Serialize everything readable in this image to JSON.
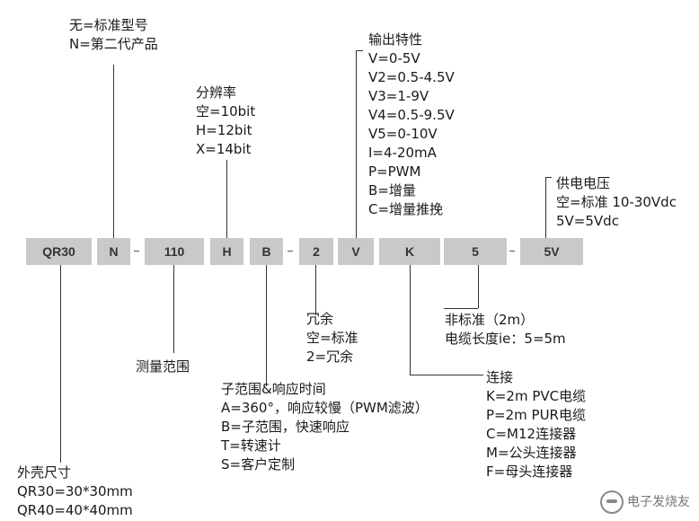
{
  "codes": {
    "housing": "QR30",
    "generation": "N",
    "range": "110",
    "resolution": "H",
    "response": "B",
    "redundancy": "2",
    "output": "V",
    "connection": "K",
    "cable": "5",
    "supply": "5V"
  },
  "generation": {
    "lines": [
      "无=标准型号",
      "N=第二代产品"
    ]
  },
  "resolution": {
    "lines": [
      "分辨率",
      "空=10bit",
      "H=12bit",
      "X=14bit"
    ]
  },
  "output": {
    "lines": [
      "输出特性",
      "V=0-5V",
      "V2=0.5-4.5V",
      "V3=1-9V",
      "V4=0.5-9.5V",
      "V5=0-10V",
      "I=4-20mA",
      "P=PWM",
      "B=增量",
      "C=增量推挽"
    ]
  },
  "supply": {
    "lines": [
      "供电电压",
      "空=标准 10-30Vdc",
      "5V=5Vdc"
    ]
  },
  "redundancy": {
    "lines": [
      "冗余",
      "空=标准",
      "2=冗余"
    ]
  },
  "cable": {
    "lines": [
      "非标准（2m）",
      "电缆长度ie：5=5m"
    ]
  },
  "range": {
    "lines": [
      "测量范围"
    ]
  },
  "response": {
    "lines": [
      "子范围&响应时间",
      "A=360°，响应较慢（PWM滤波）",
      "B=子范围，快速响应",
      "T=转速计",
      "S=客户定制"
    ]
  },
  "connection": {
    "lines": [
      "连接",
      "K=2m PVC电缆",
      "P=2m PUR电缆",
      "C=M12连接器",
      "M=公头连接器",
      "F=母头连接器"
    ]
  },
  "housing": {
    "lines": [
      "外壳尺寸",
      "QR30=30*30mm",
      "QR40=40*40mm"
    ]
  },
  "watermark": {
    "text": "电子发烧友",
    "icon": "logo-icon"
  }
}
